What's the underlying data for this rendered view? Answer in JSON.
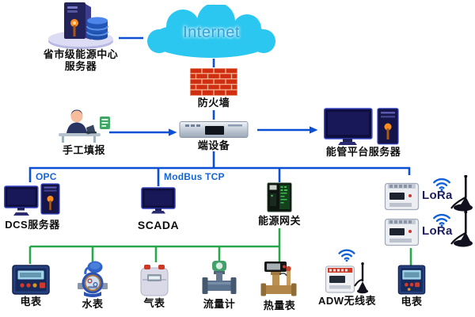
{
  "nodes": {
    "provincial_server": {
      "label_line1": "省市级能源中心",
      "label_line2": "服务器"
    },
    "internet": {
      "label": "Internet"
    },
    "firewall": {
      "label": "防火墙"
    },
    "manual_entry": {
      "label": "手工填报"
    },
    "end_device": {
      "label": "端设备"
    },
    "platform_server": {
      "label": "能管平台服务器"
    },
    "dcs_server": {
      "label": "DCS服务器"
    },
    "scada": {
      "label": "SCADA"
    },
    "energy_gateway": {
      "label": "能源网关"
    },
    "lora_1": {
      "label": "LoRa"
    },
    "lora_2": {
      "label": "LoRa"
    },
    "meter_electric_1": {
      "label": "电表"
    },
    "meter_water": {
      "label": "水表"
    },
    "meter_gas": {
      "label": "气表"
    },
    "meter_flow": {
      "label": "流量计"
    },
    "meter_heat": {
      "label": "热量表"
    },
    "meter_adw": {
      "label": "ADW无线表"
    },
    "meter_electric_2": {
      "label": "电表"
    }
  },
  "protocol_labels": {
    "opc": "OPC",
    "modbus_tcp": "ModBus TCP"
  },
  "colors": {
    "connector_blue": "#0b4fd4",
    "connector_green": "#2aa64b",
    "cloud_cyan": "#2bc7f0",
    "internet_text_blue": "#2f9fd6",
    "firewall_brick_red": "#cf2f10",
    "protocol_label_blue": "#1565d8",
    "lora_text_navy": "#1c1c5e",
    "label_black": "#0d0d0d"
  }
}
